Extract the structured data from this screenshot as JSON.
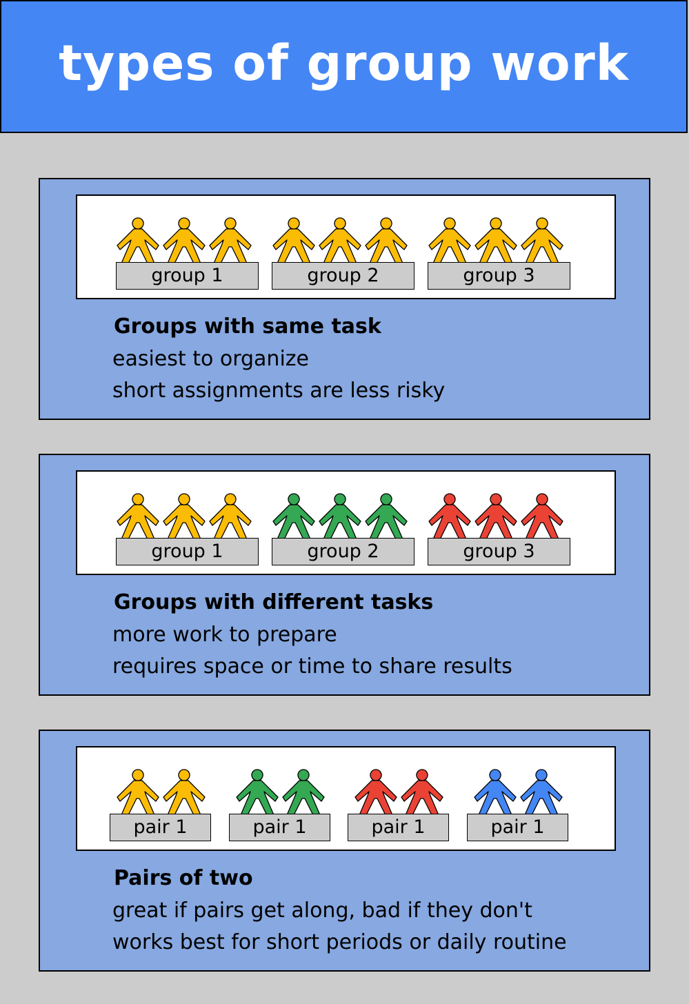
{
  "header": {
    "title": "types of group work"
  },
  "colors": {
    "yellow": "#fbbc05",
    "green": "#34a853",
    "red": "#ea4335",
    "blue": "#4486f4"
  },
  "panels": [
    {
      "title": "Groups with same task",
      "lines": [
        "easiest to organize",
        "short assignments are less risky"
      ],
      "units": [
        {
          "label": "group 1",
          "colors": [
            "yellow",
            "yellow",
            "yellow"
          ]
        },
        {
          "label": "group 2",
          "colors": [
            "yellow",
            "yellow",
            "yellow"
          ]
        },
        {
          "label": "group 3",
          "colors": [
            "yellow",
            "yellow",
            "yellow"
          ]
        }
      ]
    },
    {
      "title": "Groups with different tasks",
      "lines": [
        "more work to prepare",
        "requires space or time to share results"
      ],
      "units": [
        {
          "label": "group 1",
          "colors": [
            "yellow",
            "yellow",
            "yellow"
          ]
        },
        {
          "label": "group 2",
          "colors": [
            "green",
            "green",
            "green"
          ]
        },
        {
          "label": "group 3",
          "colors": [
            "red",
            "red",
            "red"
          ]
        }
      ]
    },
    {
      "title": "Pairs of two",
      "lines": [
        "great if pairs get along, bad if they don't",
        "works best for short periods or daily routine"
      ],
      "units": [
        {
          "label": "pair 1",
          "colors": [
            "yellow",
            "yellow"
          ]
        },
        {
          "label": "pair 1",
          "colors": [
            "green",
            "green"
          ]
        },
        {
          "label": "pair 1",
          "colors": [
            "red",
            "red"
          ]
        },
        {
          "label": "pair 1",
          "colors": [
            "blue",
            "blue"
          ]
        }
      ]
    }
  ]
}
